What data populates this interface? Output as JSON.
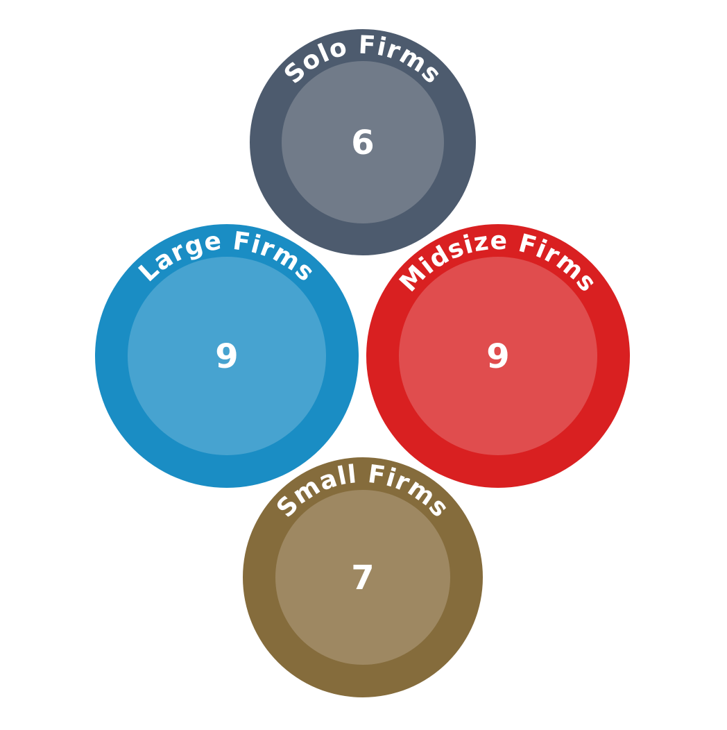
{
  "bubbles": [
    {
      "id": "solo",
      "label": "Solo Firms",
      "count": "6",
      "outer_color": "#4d5b6e",
      "inner_color": "#717b89"
    },
    {
      "id": "large",
      "label": "Large Firms",
      "count": "9",
      "outer_color": "#1a8dc4",
      "inner_color": "#47a3d0"
    },
    {
      "id": "midsize",
      "label": "Midsize Firms",
      "count": "9",
      "outer_color": "#d92021",
      "inner_color": "#e04d4e"
    },
    {
      "id": "small",
      "label": "Small Firms",
      "count": "7",
      "outer_color": "#856c3c",
      "inner_color": "#9e8862"
    }
  ]
}
